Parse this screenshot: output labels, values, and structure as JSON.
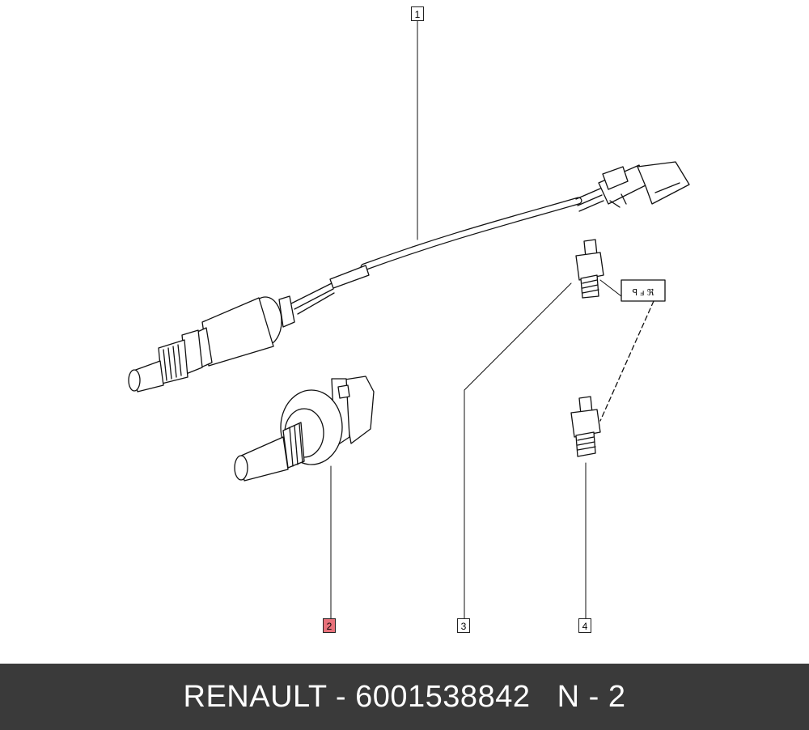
{
  "callouts": [
    {
      "label": "1",
      "highlighted": false
    },
    {
      "label": "2",
      "highlighted": true
    },
    {
      "label": "3",
      "highlighted": false
    },
    {
      "label": "4",
      "highlighted": false
    }
  ],
  "footer": {
    "text": "RENAULT - 6001538842   N - 2"
  },
  "colors": {
    "footer_bg": "#3a3a3a",
    "highlight": "#e8717a"
  }
}
